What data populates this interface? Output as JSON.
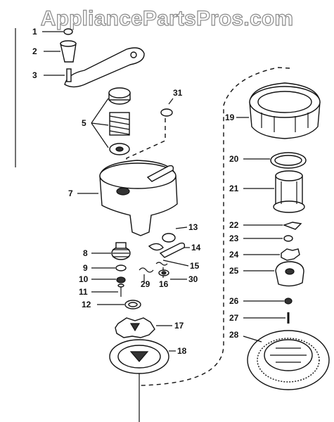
{
  "watermark": "AppliancePartsPros.com",
  "callouts": [
    "1",
    "2",
    "3",
    "5",
    "7",
    "8",
    "9",
    "10",
    "11",
    "12",
    "13",
    "14",
    "15",
    "16",
    "17",
    "18",
    "19",
    "20",
    "21",
    "22",
    "23",
    "24",
    "25",
    "26",
    "27",
    "28",
    "29",
    "30",
    "31"
  ]
}
